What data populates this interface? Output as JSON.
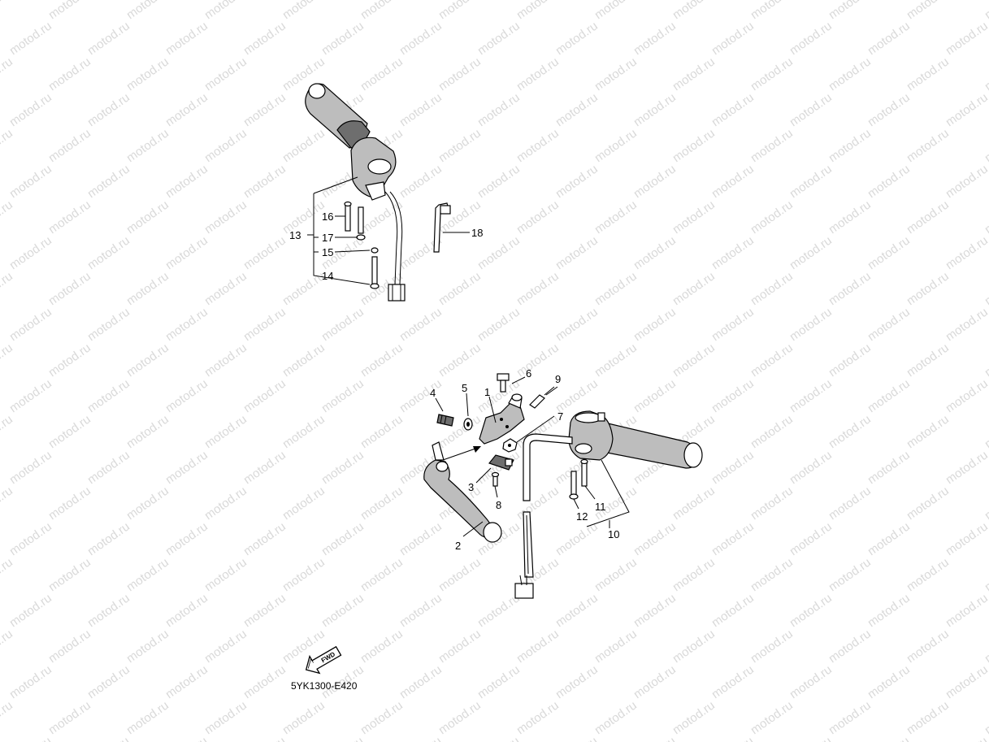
{
  "watermark": {
    "text": "motod.ru",
    "color": "#d9d9d9"
  },
  "callouts": {
    "c1": "1",
    "c2": "2",
    "c3": "3",
    "c4": "4",
    "c5": "5",
    "c6": "6",
    "c7": "7",
    "c8": "8",
    "c9": "9",
    "c10": "10",
    "c11": "11",
    "c12": "12",
    "c13": "13",
    "c14": "14",
    "c15": "15",
    "c16": "16",
    "c17": "17",
    "c18": "18"
  },
  "fwd_label": "FWD",
  "diagram_code": "5YK1300-E420"
}
